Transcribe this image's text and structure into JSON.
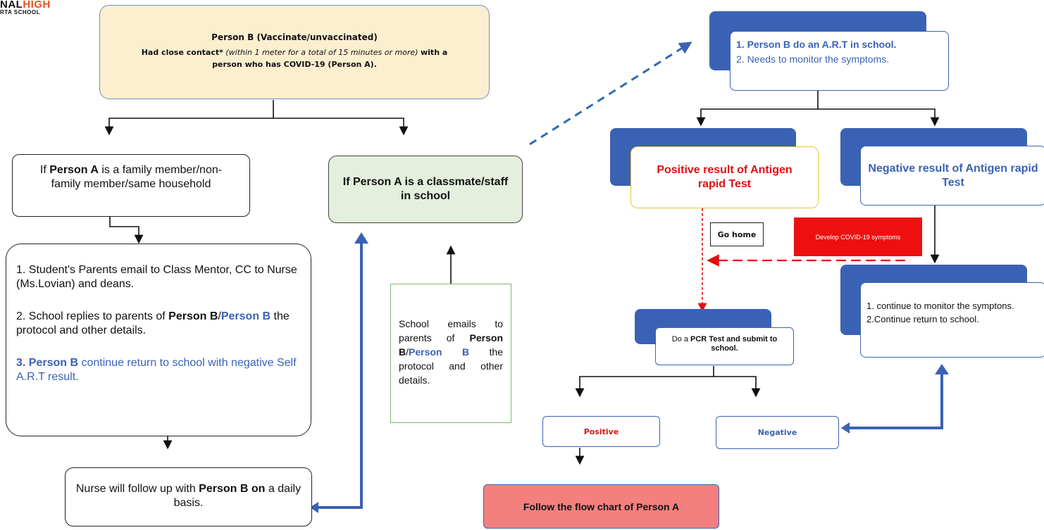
{
  "logo": {
    "line1_a": "NAL",
    "line1_b": "HIGH",
    "line2": "RTA SCHOOL"
  },
  "top_box": {
    "title": "Person B (Vaccinate/unvaccinated)",
    "line1_a": "Had close contact*",
    "line1_b": "(within 1 meter for a total of 15 minutes or more)",
    "line1_c": "with a",
    "line2": "person who has COVID-19 (Person A)."
  },
  "family_box": {
    "pre": "If",
    "person": "Person A",
    "post": "is a family member/non-family member/same household"
  },
  "steps_box": {
    "s1": "1. Student's Parents email to Class Mentor, CC to Nurse (Ms.Lovian) and deans.",
    "s2_a": "2. School replies to parents of",
    "s2_b": "Person B",
    "s2_c": "/",
    "s2_d": "Person B",
    "s2_e": "the protocol and other details.",
    "s3_a": "3. Person B",
    "s3_b": "continue return to school with negative Self A.R.T result."
  },
  "nurse_box": {
    "a": "Nurse will follow up with",
    "b": "Person B on",
    "c": "a daily basis."
  },
  "classmate_box": {
    "text": "If Person A is a classmate/staff in school"
  },
  "school_email_box": {
    "a": "School emails to parents of",
    "b": "Person B",
    "c": "/",
    "d": "Person B",
    "e": "the protocol and other details."
  },
  "art_box": {
    "item1": "1. Person B do an A.R.T in school.",
    "item2": "2. Needs to monitor the symptoms."
  },
  "positive_art_box": {
    "text": "Positive result of Antigen rapid Test"
  },
  "negative_art_box": {
    "text": "Negative result of Antigen rapid Test"
  },
  "go_home": {
    "text": "Go home"
  },
  "develop_symptoms": {
    "text": "Develop COVID-19 symptoms"
  },
  "monitor_box": {
    "item1": "1. continue to monitor the symptons.",
    "item2": "2.Continue return to school."
  },
  "pcr_box": {
    "a": "Do a",
    "b": "PCR Test and submit to school."
  },
  "pcr_positive": {
    "text": "Positive"
  },
  "pcr_negative": {
    "text": "Negative"
  },
  "follow_box": {
    "text": "Follow the flow chart of Person A"
  },
  "colors": {
    "blue": "#3a62b4",
    "red": "#e01010",
    "orange": "#e8501f",
    "yellow_fill": "#fcefd0",
    "green_fill": "#e4efdd",
    "salmon": "#f47f7f"
  }
}
